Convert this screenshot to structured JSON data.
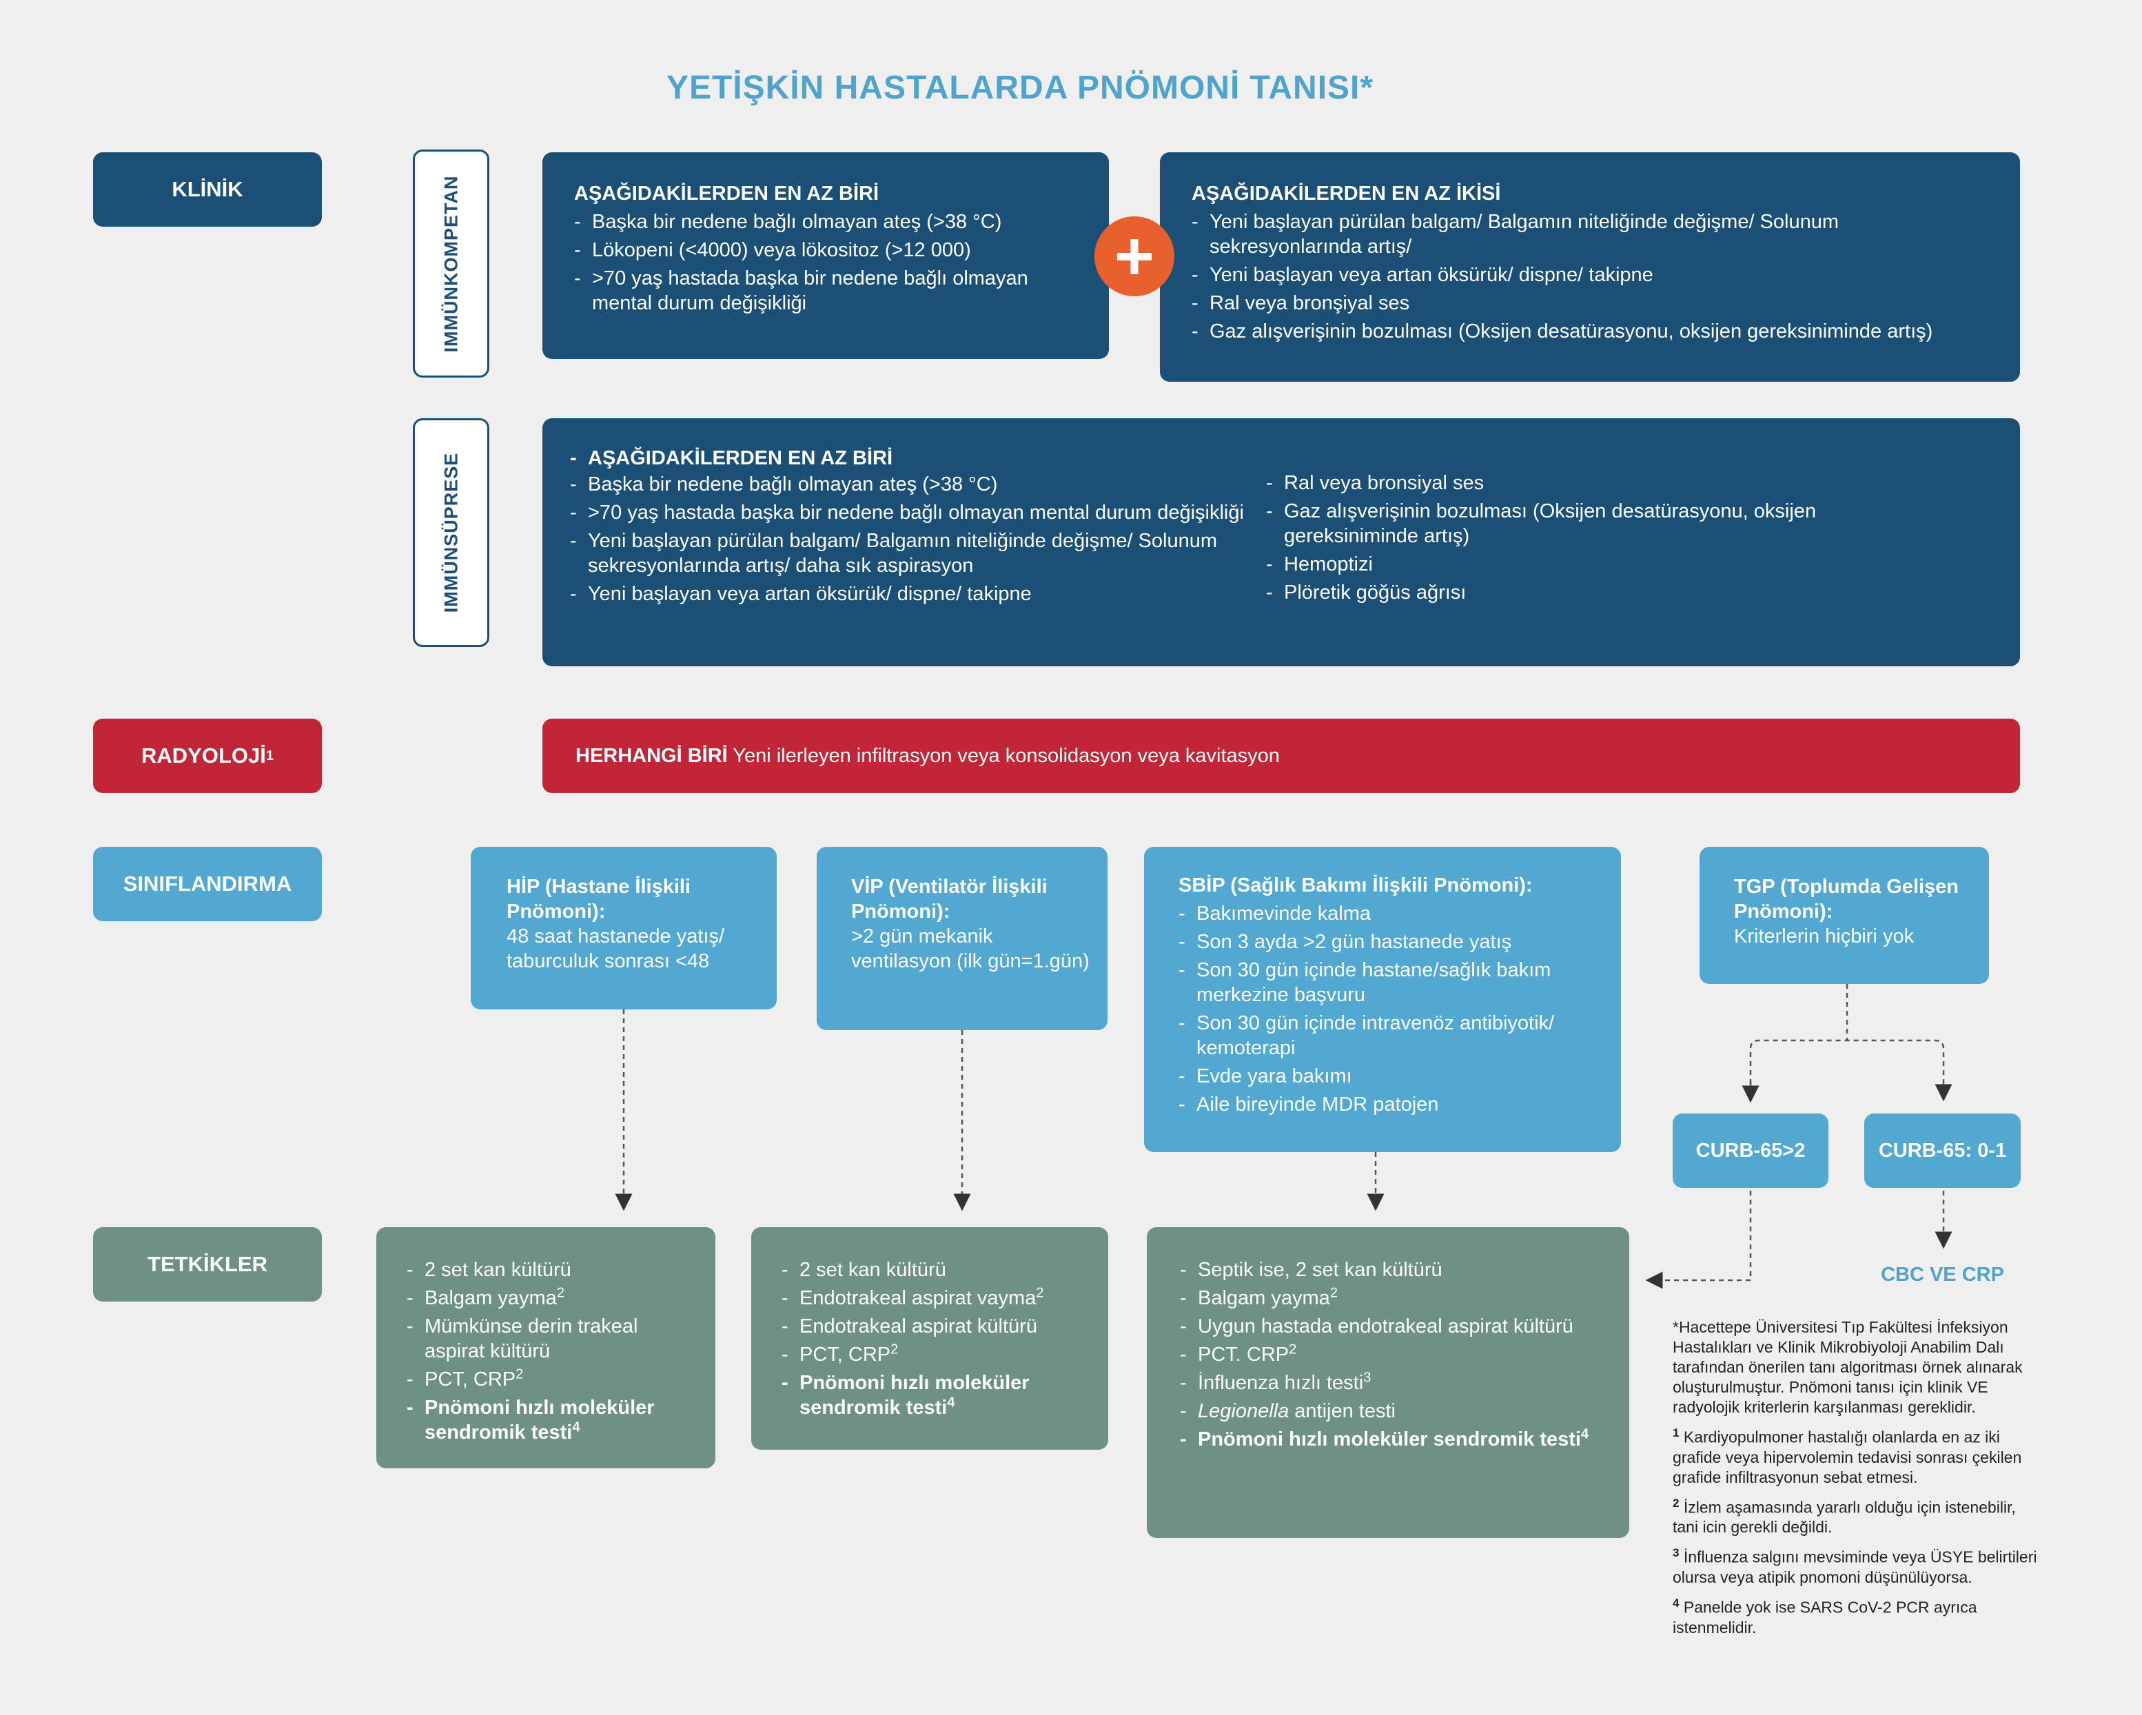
{
  "title": "YETİŞKİN HASTALARDA PNÖMONİ TANISI*",
  "labels": {
    "klinik": "KLİNİK",
    "radyoloji": "RADYOLOJİ",
    "radyoloji_sup": "1",
    "siniflandirma": "SINIFLANDIRMA",
    "tetkikler": "TETKİKLER"
  },
  "immunkompetan": {
    "label": "IMMÜNKOMPETAN",
    "box1": {
      "heading": "AŞAĞIDAKİLERDEN EN AZ BİRİ",
      "items": [
        "Başka bir nedene bağlı olmayan ateş (>38 °C)",
        "Lökopeni (<4000) veya lökositoz (>12 000)",
        ">70 yaş hastada başka bir nedene bağlı olmayan mental durum değişikliği"
      ]
    },
    "plus": "+",
    "box2": {
      "heading": "AŞAĞIDAKİLERDEN EN AZ İKİSİ",
      "items": [
        "Yeni başlayan pürülan balgam/ Balgamın niteliğinde değişme/ Solunum sekresyonlarında artış/",
        "Yeni başlayan veya artan öksürük/ dispne/ takipne",
        "Ral veya bronşiyal ses",
        "Gaz alışverişinin bozulması (Oksijen desatürasyonu, oksijen gereksiniminde artış)"
      ]
    }
  },
  "immunsuprese": {
    "label": "IMMÜNSÜPRESE",
    "heading": "AŞAĞIDAKİLERDEN EN AZ BİRİ",
    "left_items": [
      "Başka bir nedene bağlı olmayan ateş (>38 °C)",
      ">70 yaş hastada başka bir nedene bağlı olmayan mental durum değişikliği",
      "Yeni başlayan pürülan balgam/ Balgamın niteliğinde değişme/ Solunum sekresyonlarında artış/ daha sık aspirasyon",
      "Yeni başlayan veya artan öksürük/ dispne/ takipne"
    ],
    "right_items": [
      "Ral veya bronsiyal ses",
      "Gaz  alışverişinin bozulması (Oksijen desatürasyonu, oksijen gereksiniminde artış)",
      "Hemoptizi",
      "Plöretik göğüs ağrısı"
    ]
  },
  "radyoloji": {
    "bold": "HERHANGİ BİRİ",
    "text": " Yeni ilerleyen infiltrasyon veya konsolidasyon veya kavitasyon"
  },
  "hip": {
    "heading": "HİP (Hastane İlişkili Pnömoni):",
    "body": "48 saat hastanede yatış/ taburculuk sonrası <48"
  },
  "vip": {
    "heading": "VİP (Ventilatör İlişkili Pnömoni):",
    "body": ">2 gün mekanik ventilasyon (ilk gün=1.gün)"
  },
  "sbip": {
    "heading": "SBİP (Sağlık Bakımı İlişkili Pnömoni):",
    "items": [
      "Bakımevinde kalma",
      "Son 3 ayda >2 gün hastanede yatış",
      "Son 30 gün içinde hastane/sağlık bakım merkezine başvuru",
      "Son 30 gün içinde intravenöz antibiyotik/ kemoterapi",
      "Evde yara bakımı",
      "Aile bireyinde MDR patojen"
    ]
  },
  "tgp": {
    "heading": "TGP (Toplumda Gelişen Pnömoni):",
    "body": "Kriterlerin hiçbiri yok"
  },
  "curb_high": "CURB-65>2",
  "curb_low": "CURB-65: 0-1",
  "cbc_crp": "CBC VE CRP",
  "test_hip": {
    "i1": "2 set kan kültürü",
    "i2": "Balgam yayma",
    "i2_sup": "2",
    "i3": "Mümkünse derin trakeal aspirat kültürü",
    "i4": "PCT, CRP",
    "i4_sup": "2",
    "i5": "Pnömoni hızlı moleküler sendromik testi",
    "i5_sup": "4"
  },
  "test_vip": {
    "i1": "2 set kan kültürü",
    "i2": "Endotrakeal aspirat vayma",
    "i2_sup": "2",
    "i3": "Endotrakeal aspirat kültürü",
    "i4": "PCT, CRP",
    "i4_sup": "2",
    "i5": "Pnömoni hızlı moleküler sendromik testi",
    "i5_sup": "4"
  },
  "test_sbip": {
    "i1": "Septik ise, 2 set kan kültürü",
    "i2": "Balgam yayma",
    "i2_sup": "2",
    "i3": "Uygun hastada endotrakeal aspirat kültürü",
    "i4": "PCT. CRP",
    "i4_sup": "2",
    "i5": "İnfluenza hızlı testi",
    "i5_sup": "3",
    "i6_italic": "Legionella",
    "i6_rest": " antijen testi",
    "i7": "Pnömoni hızlı moleküler sendromik testi",
    "i7_sup": "4"
  },
  "notes": {
    "main": "*Hacettepe Üniversitesi Tıp Fakültesi İnfeksiyon Hastalıkları ve Klinik Mikrobiyoloji Anabilim Dalı tarafından önerilen tanı algoritması örnek alınarak oluşturulmuştur. Pnömoni tanısı için klinik VE radyolojik kriterlerin karşılanması gereklidir.",
    "n1_num": "1",
    "n1": "  Kardiyopulmoner hastalığı olanlarda en az iki grafide veya hipervolemin tedavisi sonrası çekilen grafide infiltrasyonun sebat etmesi.",
    "n2_num": "2",
    "n2": "  İzlem aşamasında yararlı olduğu için istenebilir, tani icin gerekli değildi.",
    "n3_num": "3",
    "n3": " İnfluenza salgını mevsiminde veya ÜSYE belirtileri olursa veya atipik pnomoni düşünülüyorsa.",
    "n4_num": "4",
    "n4": " Panelde yok ise SARS CoV-2 PCR ayrıca istenmelidir."
  }
}
